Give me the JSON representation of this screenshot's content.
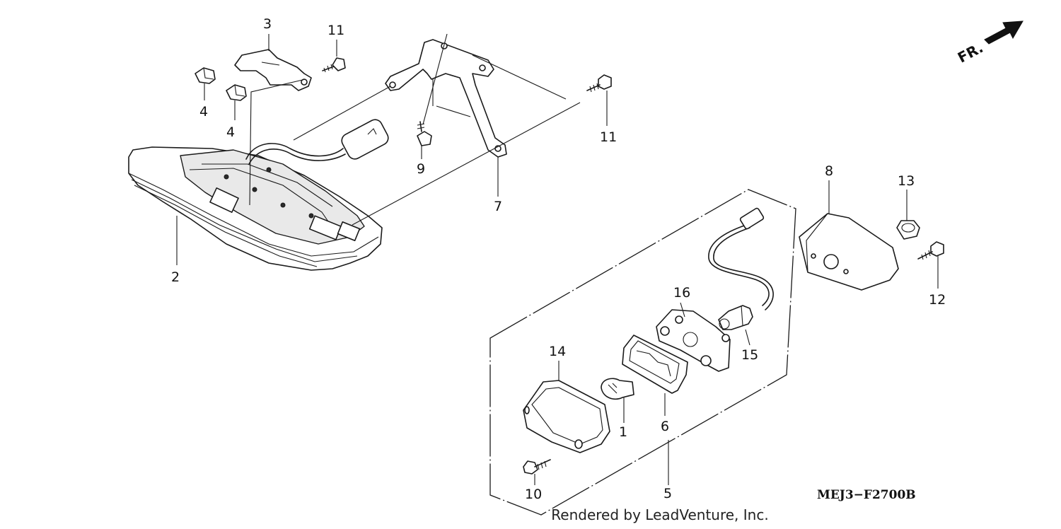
{
  "diagram": {
    "part_labels": {
      "p1": "1",
      "p2": "2",
      "p3": "3",
      "p4a": "4",
      "p4b": "4",
      "p5": "5",
      "p6": "6",
      "p7": "7",
      "p8": "8",
      "p9": "9",
      "p10": "10",
      "p11a": "11",
      "p11b": "11",
      "p12": "12",
      "p13": "13",
      "p14": "14",
      "p15": "15",
      "p16": "16"
    },
    "direction_label": "FR.",
    "drawing_code": "MEJ3−F2700B"
  },
  "footer": {
    "credit": "Rendered by LeadVenture, Inc."
  }
}
